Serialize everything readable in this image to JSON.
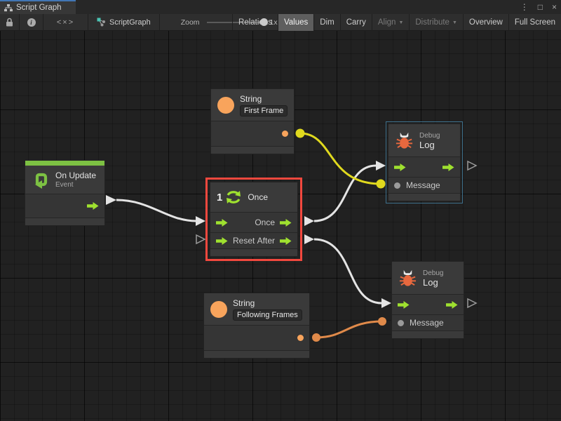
{
  "window": {
    "tab": {
      "title": "Script Graph"
    },
    "controls": {
      "menu": "⋮",
      "maximize": "□",
      "close": "×"
    }
  },
  "toolbar": {
    "code_icon_glyph": "<×>",
    "graph_name": "ScriptGraph",
    "zoom": {
      "label": "Zoom",
      "value": "1x"
    },
    "buttons": [
      {
        "label": "Relations",
        "state": "normal"
      },
      {
        "label": "Values",
        "state": "active"
      },
      {
        "label": "Dim",
        "state": "normal"
      },
      {
        "label": "Carry",
        "state": "normal"
      },
      {
        "label": "Align",
        "arrow": "▼",
        "state": "disabled"
      },
      {
        "label": "Distribute",
        "arrow": "▼",
        "state": "disabled"
      },
      {
        "label": "Overview",
        "state": "normal"
      },
      {
        "label": "Full Screen",
        "state": "normal"
      }
    ]
  },
  "nodes": {
    "string_first": {
      "type": "String",
      "value": "First Frame"
    },
    "on_update": {
      "title": "On Update",
      "subtitle": "Event"
    },
    "once": {
      "counter": "1",
      "title": "Once",
      "port_once": "Once",
      "port_reset": "Reset",
      "port_after": "After"
    },
    "debug_log_top": {
      "category": "Debug",
      "title": "Log",
      "message": "Message"
    },
    "debug_log_bottom": {
      "category": "Debug",
      "title": "Log",
      "message": "Message"
    },
    "string_following": {
      "type": "String",
      "value": "Following Frames"
    }
  },
  "colors": {
    "tab_accent_blue": "#4176B4",
    "selection_outline_red": "#F2483E",
    "relation_highlight_blue": "#3E708C",
    "flow_green": "#9FE12F",
    "event_green": "#7DC143",
    "value_orange": "#F8A45C",
    "bug_orange": "#E8683E",
    "wire_white": "#E4E4E4",
    "wire_yellow": "#E0D91E",
    "wire_orange": "#E08A4A"
  }
}
